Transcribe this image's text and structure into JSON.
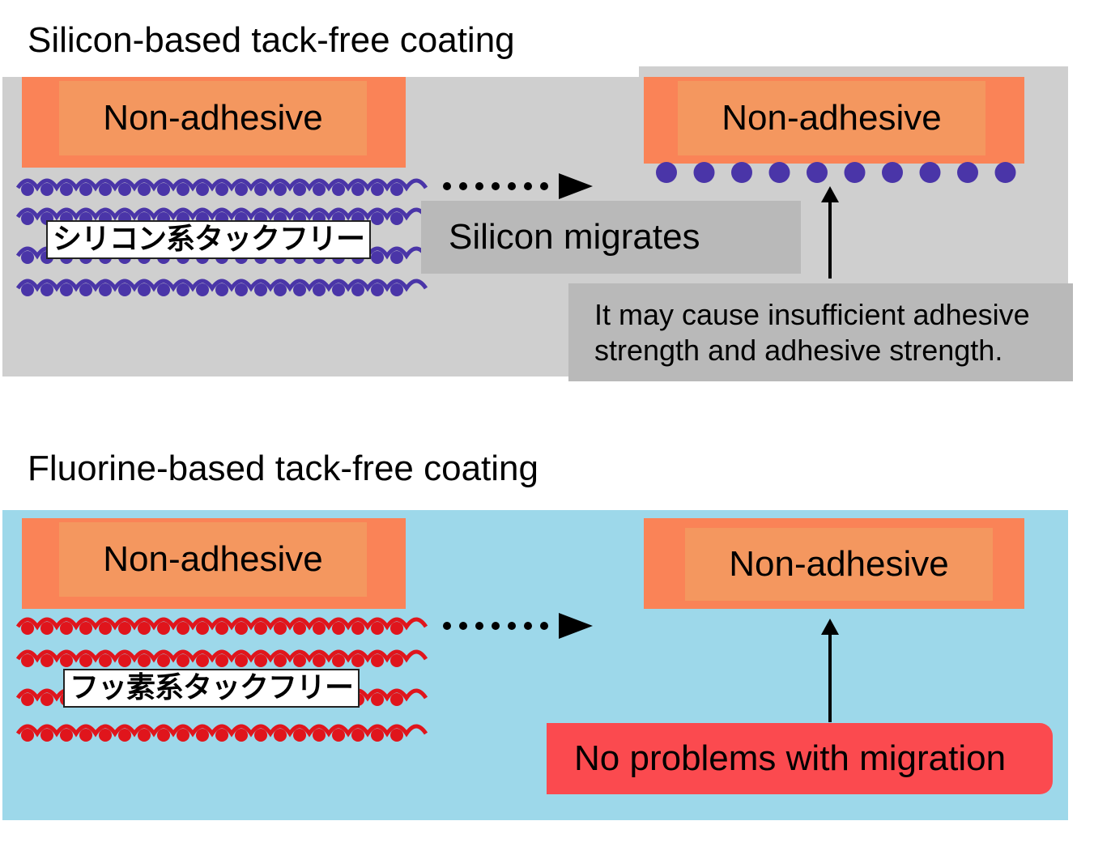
{
  "colors": {
    "silicon_panel": "#cfcfcf",
    "fluorine_panel": "#9dd8ea",
    "plate_outer": "#fa8357",
    "plate_inner": "#f4975f",
    "silicon_molecule": "#4a35a8",
    "fluorine_molecule": "#e0151c",
    "callout_gray": "#b9b9b9",
    "callout_red": "#fb4a4f"
  },
  "silicon": {
    "title": "Silicon-based tack-free coating",
    "plate_left_label": "Non-adhesive",
    "plate_right_label": "Non-adhesive",
    "layer_label": "シリコン系タックフリー",
    "arrow_label": "Silicon migrates",
    "note_line1": "It may cause insufficient adhesive",
    "note_line2": "strength and adhesive strength."
  },
  "fluorine": {
    "title": "Fluorine-based tack-free coating",
    "plate_left_label": "Non-adhesive",
    "plate_right_label": "Non-adhesive",
    "layer_label": "フッ素系タックフリー",
    "note": "No problems with migration"
  }
}
